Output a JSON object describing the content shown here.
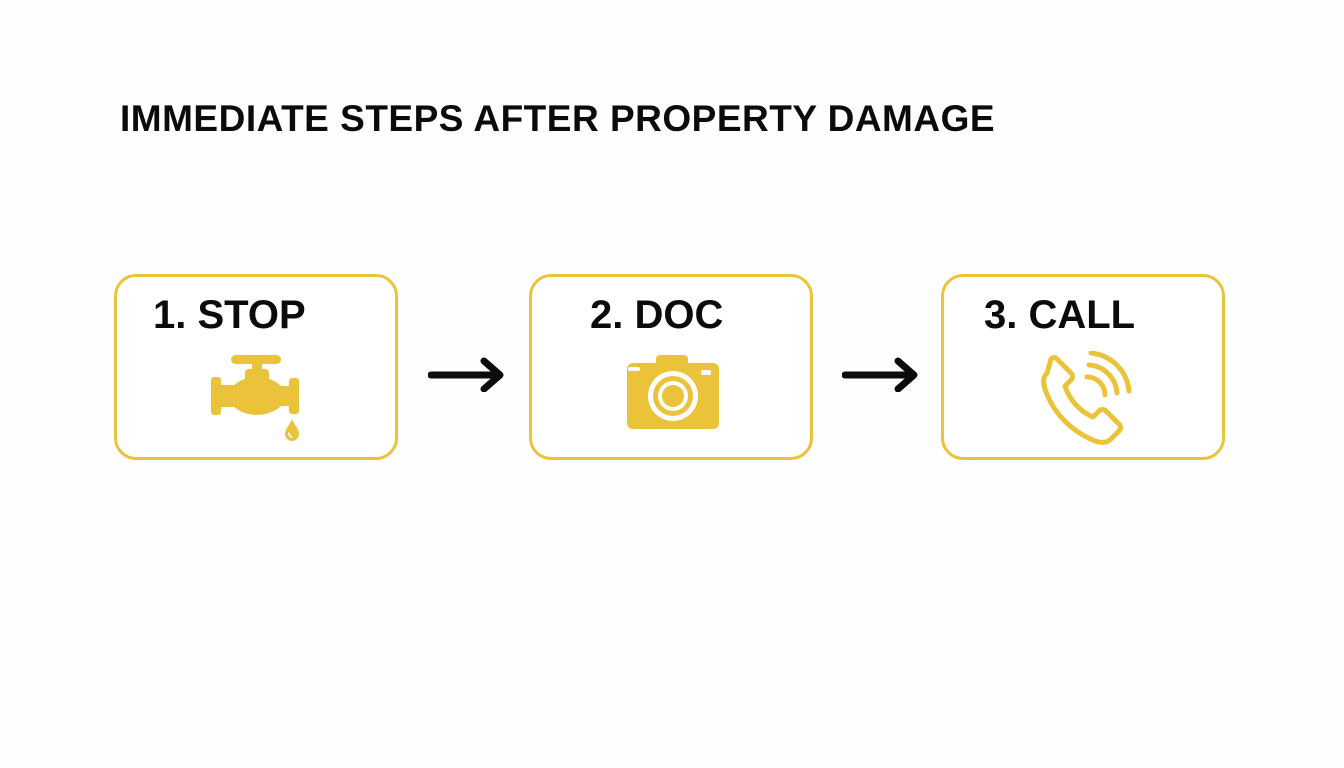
{
  "title": "IMMEDIATE STEPS AFTER PROPERTY DAMAGE",
  "colors": {
    "accent": "#ebc33b",
    "text": "#0b0b0b",
    "background": "#fdfefe"
  },
  "steps": [
    {
      "label": "1. STOP",
      "icon": "water-faucet-icon"
    },
    {
      "label": "2. DOC",
      "icon": "camera-icon"
    },
    {
      "label": "3. CALL",
      "icon": "phone-call-icon"
    }
  ],
  "connectors": [
    "right-arrow-icon",
    "right-arrow-icon"
  ]
}
